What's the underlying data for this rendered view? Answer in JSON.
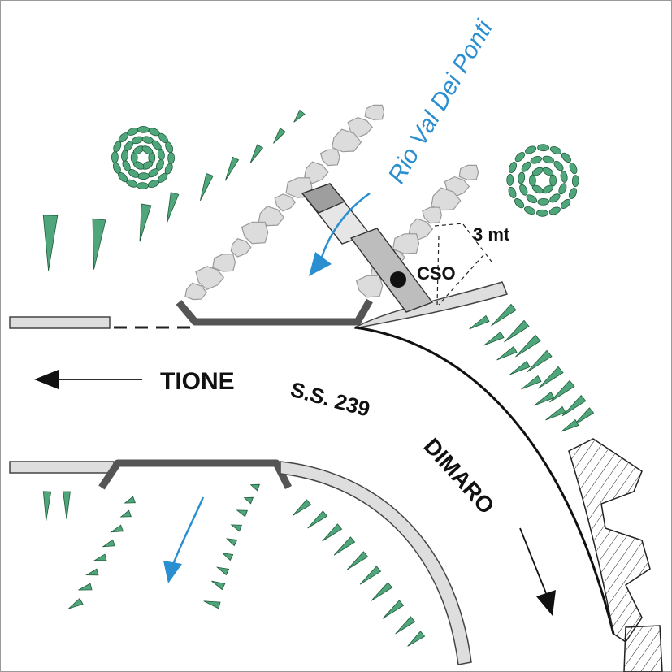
{
  "labels": {
    "stream_name": "Rio Val Dei Ponti",
    "distance": "3 mt",
    "cso": "CSO",
    "direction_west": "TIONE",
    "road": "S.S. 239",
    "direction_east": "DIMARO"
  },
  "colors": {
    "stream_blue": "#2a8fd0",
    "vegetation_green": "#4fa67a",
    "road_edge_gray": "#d9d9d9",
    "bridge_dark_gray": "#555555",
    "stone_gray": "#dcdcdc",
    "channel_gray": "#bdbdbd"
  }
}
